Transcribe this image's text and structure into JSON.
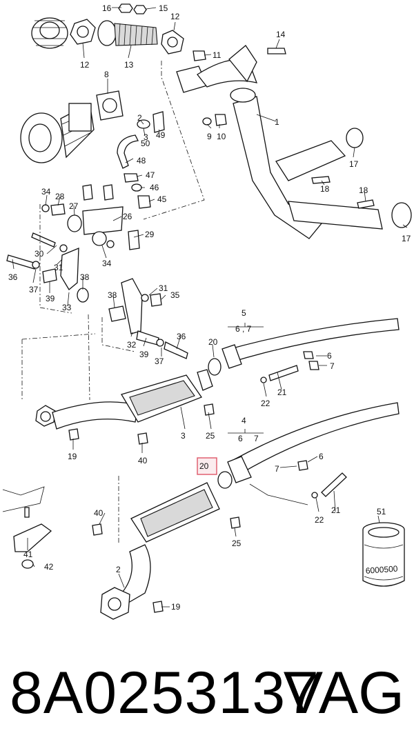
{
  "footer": {
    "part_number": "8A0253137",
    "brand": "VAG"
  },
  "highlight_color": "#e06070",
  "callouts": [
    {
      "id": "c16",
      "text": "16"
    },
    {
      "id": "c15",
      "text": "15"
    },
    {
      "id": "c12a",
      "text": "12"
    },
    {
      "id": "c12b",
      "text": "12"
    },
    {
      "id": "c13",
      "text": "13"
    },
    {
      "id": "c14",
      "text": "14"
    },
    {
      "id": "c11",
      "text": "11"
    },
    {
      "id": "c8",
      "text": "8"
    },
    {
      "id": "c1",
      "text": "1"
    },
    {
      "id": "c2a",
      "text": "2"
    },
    {
      "id": "c3a",
      "text": "3"
    },
    {
      "id": "c49",
      "text": "49"
    },
    {
      "id": "c50",
      "text": "50"
    },
    {
      "id": "c9",
      "text": "9"
    },
    {
      "id": "c10",
      "text": "10"
    },
    {
      "id": "c17a",
      "text": "17"
    },
    {
      "id": "c48",
      "text": "48"
    },
    {
      "id": "c47",
      "text": "47"
    },
    {
      "id": "c46",
      "text": "46"
    },
    {
      "id": "c45",
      "text": "45"
    },
    {
      "id": "c18a",
      "text": "18"
    },
    {
      "id": "c18b",
      "text": "18"
    },
    {
      "id": "c17b",
      "text": "17"
    },
    {
      "id": "c34a",
      "text": "34"
    },
    {
      "id": "c28",
      "text": "28"
    },
    {
      "id": "c27",
      "text": "27"
    },
    {
      "id": "c26",
      "text": "26"
    },
    {
      "id": "c29",
      "text": "29"
    },
    {
      "id": "c30",
      "text": "30"
    },
    {
      "id": "c36a",
      "text": "36"
    },
    {
      "id": "c31a",
      "text": "31"
    },
    {
      "id": "c37a",
      "text": "37"
    },
    {
      "id": "c39a",
      "text": "39"
    },
    {
      "id": "c38a",
      "text": "38"
    },
    {
      "id": "c33",
      "text": "33"
    },
    {
      "id": "c34b",
      "text": "34"
    },
    {
      "id": "c31b",
      "text": "31"
    },
    {
      "id": "c35",
      "text": "35"
    },
    {
      "id": "c38b",
      "text": "38"
    },
    {
      "id": "c32",
      "text": "32"
    },
    {
      "id": "c39b",
      "text": "39"
    },
    {
      "id": "c36b",
      "text": "36"
    },
    {
      "id": "c37b",
      "text": "37"
    },
    {
      "id": "c5",
      "text": "5"
    },
    {
      "id": "c67a",
      "text": "6 , 7"
    },
    {
      "id": "c20a",
      "text": "20"
    },
    {
      "id": "c6a",
      "text": "6"
    },
    {
      "id": "c7a",
      "text": "7"
    },
    {
      "id": "c22a",
      "text": "22"
    },
    {
      "id": "c21a",
      "text": "21"
    },
    {
      "id": "c3b",
      "text": "3"
    },
    {
      "id": "c25a",
      "text": "25"
    },
    {
      "id": "c19a",
      "text": "19"
    },
    {
      "id": "c40a",
      "text": "40"
    },
    {
      "id": "c4",
      "text": "4"
    },
    {
      "id": "c6b",
      "text": "6"
    },
    {
      "id": "c7b",
      "text": "7"
    },
    {
      "id": "c20b",
      "text": "20"
    },
    {
      "id": "c6c",
      "text": "6"
    },
    {
      "id": "c7c",
      "text": "7"
    },
    {
      "id": "c22b",
      "text": "22"
    },
    {
      "id": "c21b",
      "text": "21"
    },
    {
      "id": "c51",
      "text": "51"
    },
    {
      "id": "c40b",
      "text": "40"
    },
    {
      "id": "c25b",
      "text": "25"
    },
    {
      "id": "c41",
      "text": "41"
    },
    {
      "id": "c42",
      "text": "42"
    },
    {
      "id": "c2b",
      "text": "2"
    },
    {
      "id": "c19b",
      "text": "19"
    }
  ],
  "part_51_stamp": "6000500"
}
